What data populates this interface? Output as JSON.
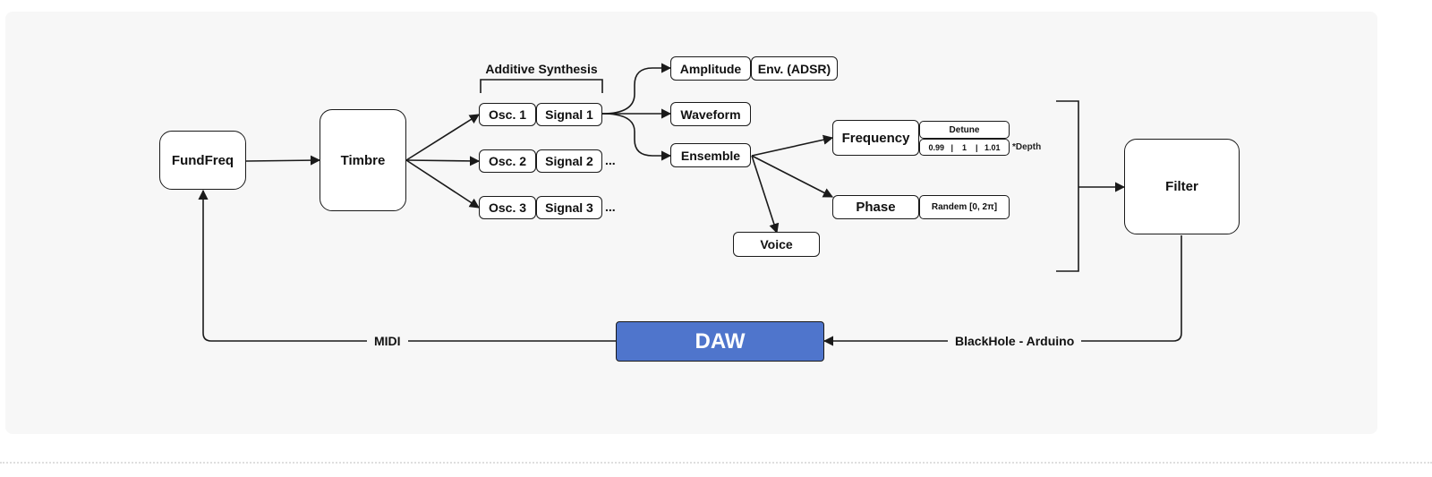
{
  "colors": {
    "daw_fill": "#4f75cc",
    "line": "#1a1a1a",
    "panel": "#f7f7f7"
  },
  "nodes": {
    "fundfreq": "FundFreq",
    "timbre": "Timbre",
    "additive_title": "Additive Synthesis",
    "osc1": "Osc. 1",
    "signal1": "Signal 1",
    "osc2": "Osc. 2",
    "signal2": "Signal 2",
    "osc3": "Osc. 3",
    "signal3": "Signal 3",
    "ellipsis": "...",
    "amplitude": "Amplitude",
    "env": "Env. (ADSR)",
    "waveform": "Waveform",
    "ensemble": "Ensemble",
    "frequency": "Frequency",
    "detune": "Detune",
    "detune_values": "0.99   |    1    |   1.01",
    "depth": "*Depth",
    "phase": "Phase",
    "phase_value": "Randem [0, 2π]",
    "voice": "Voice",
    "filter": "Filter",
    "daw": "DAW",
    "midi": "MIDI",
    "blackhole": "BlackHole - Arduino"
  }
}
